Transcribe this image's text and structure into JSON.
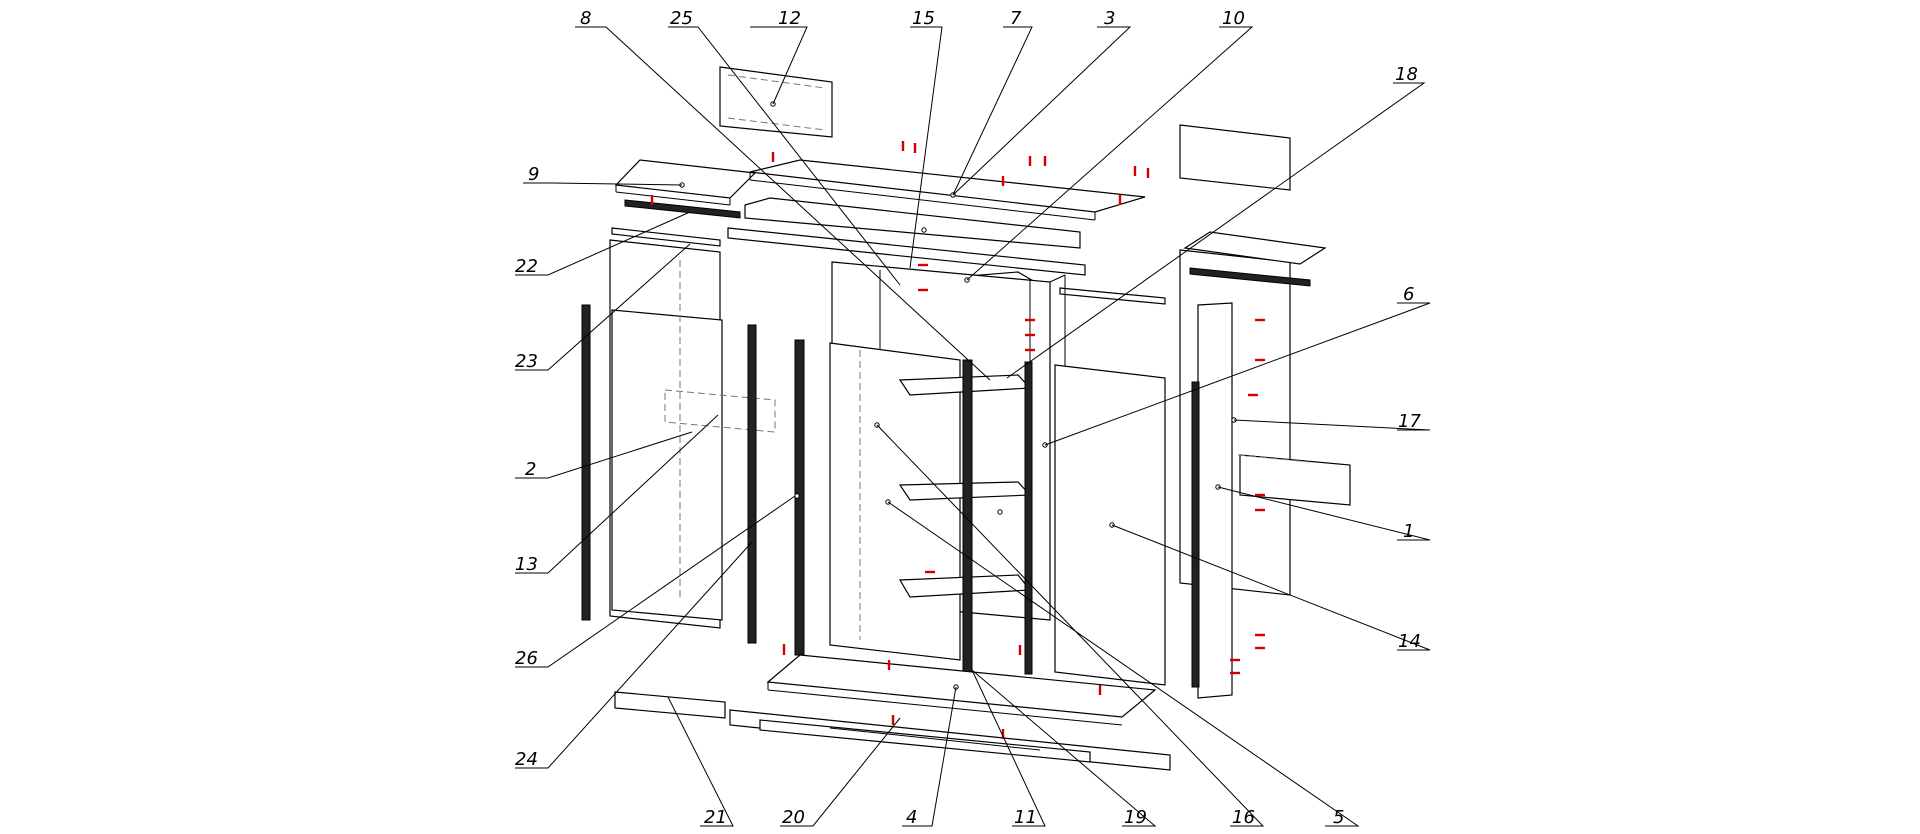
{
  "diagram": {
    "callouts": [
      "8",
      "25",
      "12",
      "15",
      "7",
      "3",
      "10",
      "18",
      "9",
      "22",
      "23",
      "6",
      "17",
      "2",
      "1",
      "13",
      "14",
      "26",
      "24",
      "21",
      "20",
      "4",
      "11",
      "19",
      "16",
      "5"
    ]
  }
}
